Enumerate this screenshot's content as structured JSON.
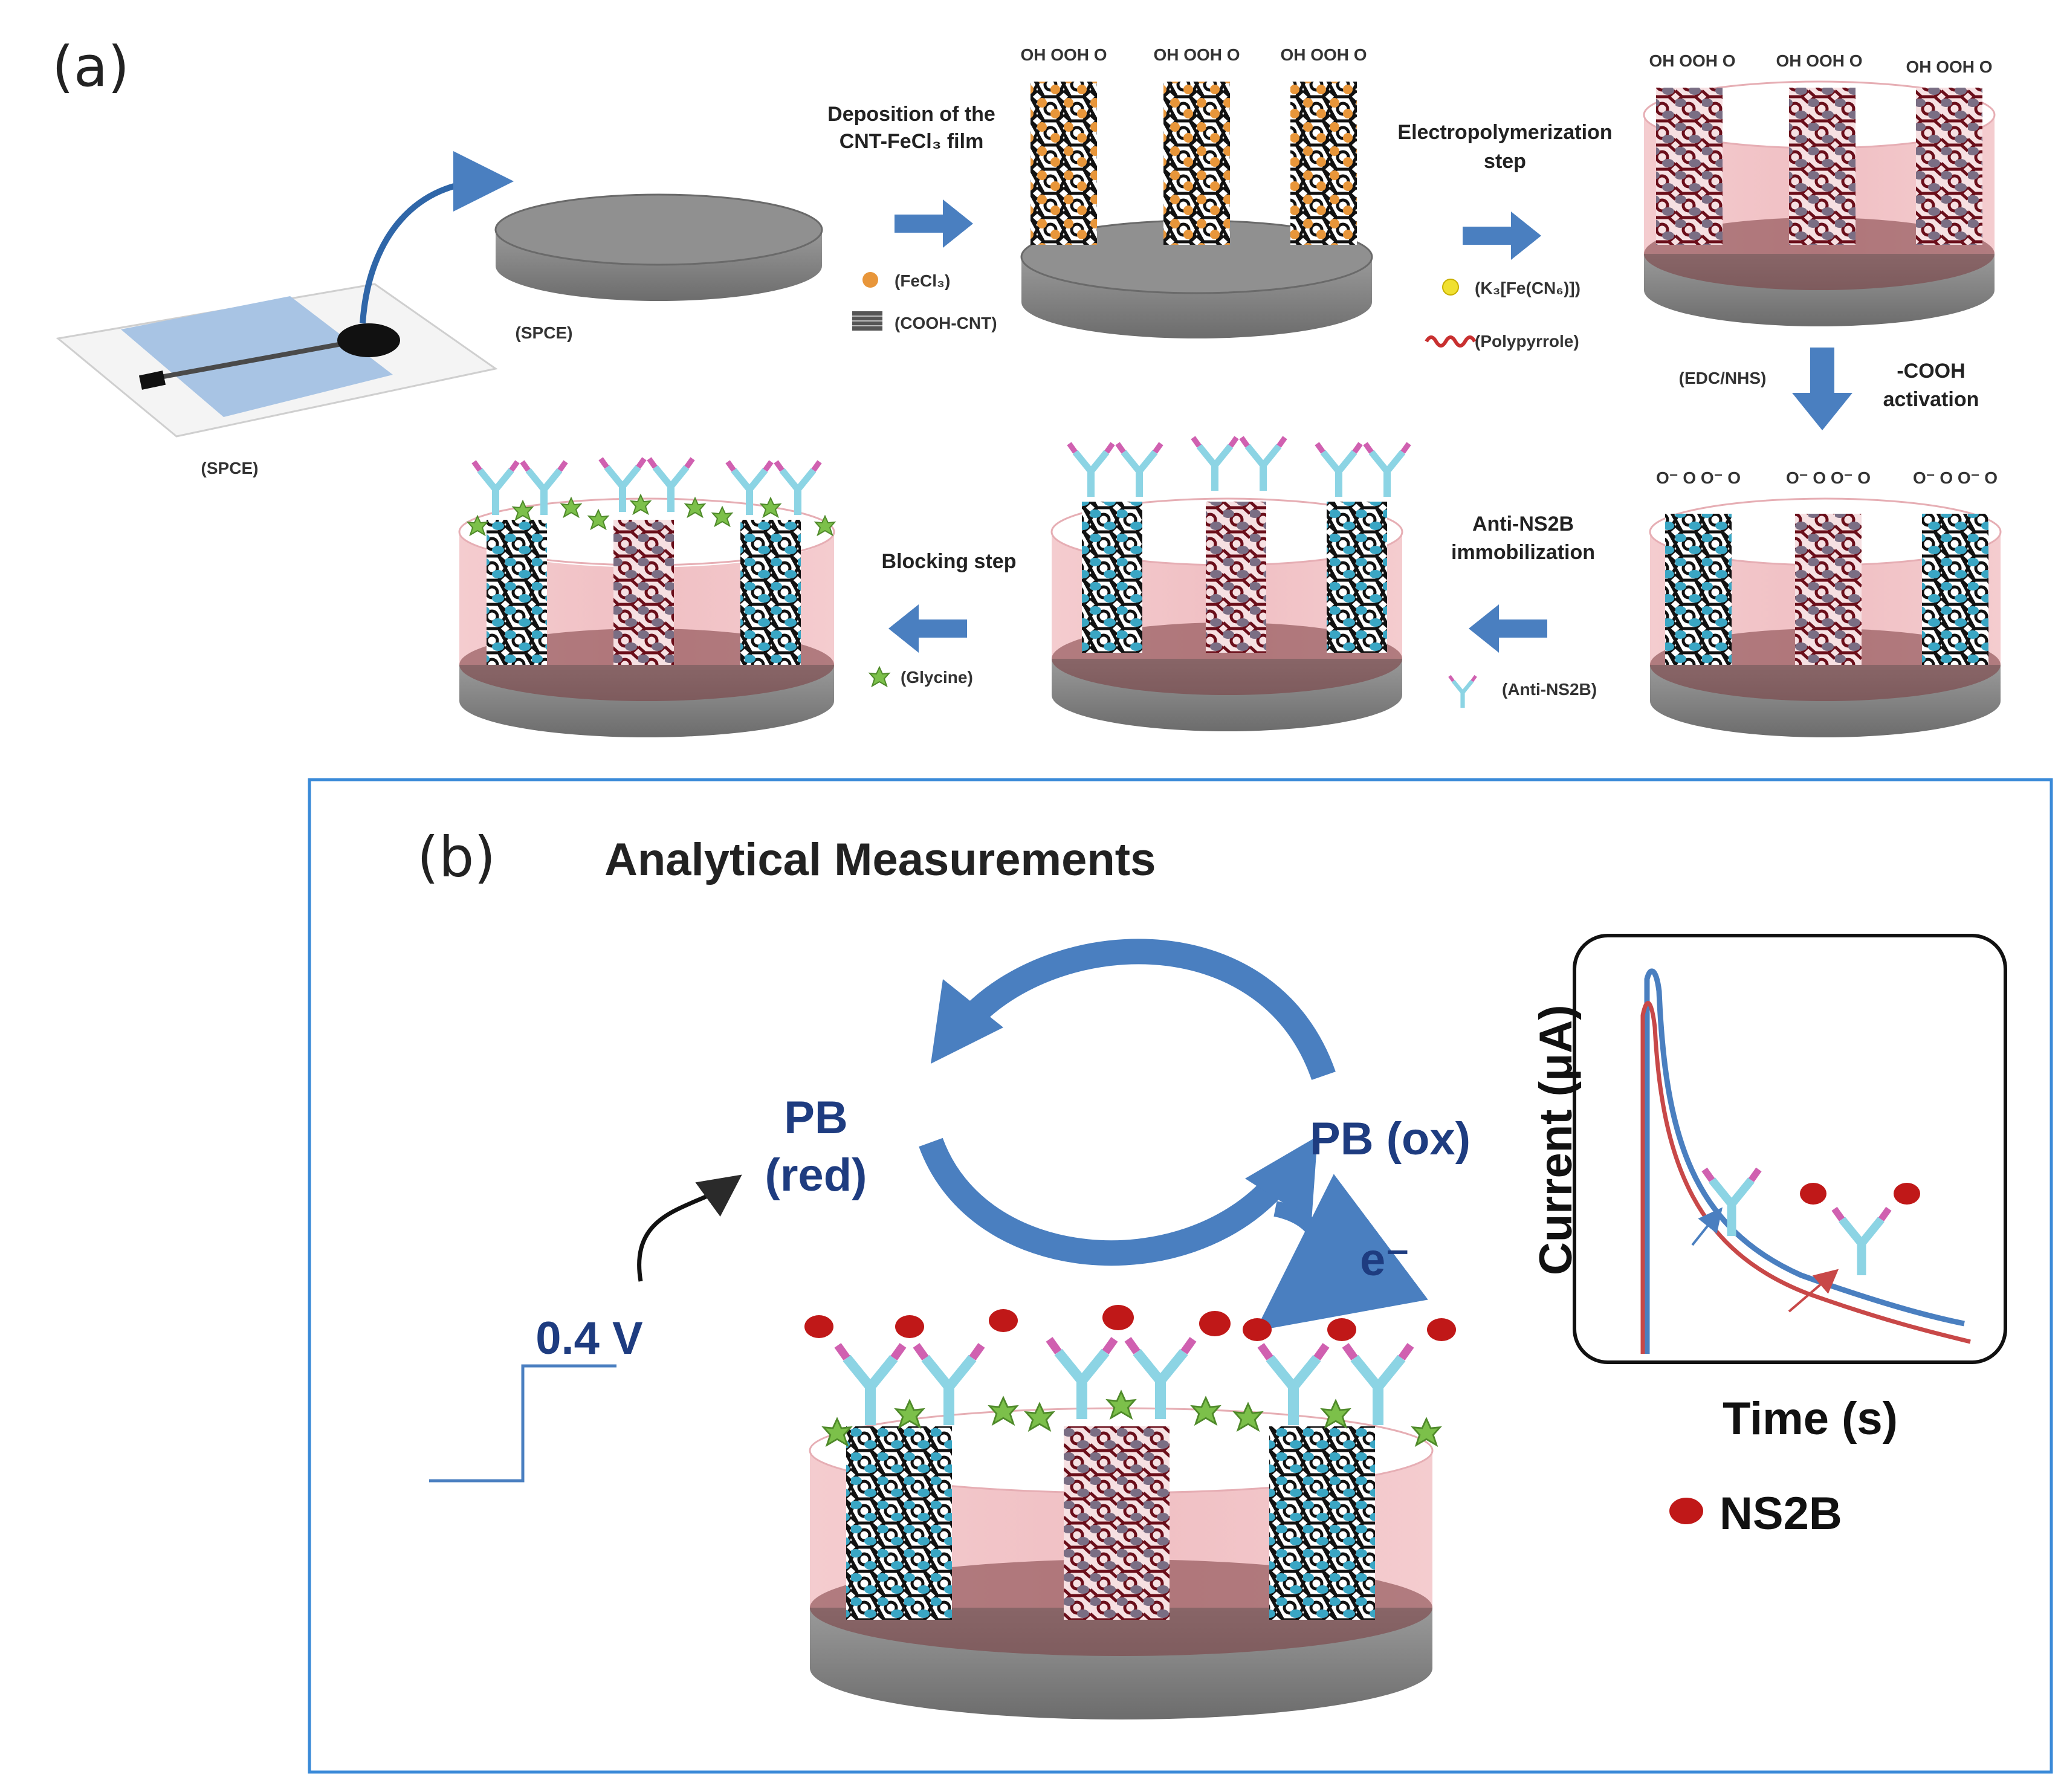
{
  "panel_a": {
    "label": "(a)",
    "spce_card_label": "(SPCE)",
    "spce_disc_label": "(SPCE)",
    "steps": {
      "deposition": [
        "Deposition of the",
        "CNT-FeCl₃ film"
      ],
      "electropolymerization": [
        "Electropolymerization",
        "step"
      ],
      "activation_reagent": "(EDC/NHS)",
      "activation": [
        "-COOH",
        "activation"
      ],
      "immobilization": [
        "Anti-NS2B",
        "immobilization"
      ],
      "blocking": "Blocking step"
    },
    "legend": {
      "fecl3": "(FeCl₃)",
      "cooh_cnt": "(COOH-CNT)",
      "ferricyanide": "(K₃[Fe(CN₆)])",
      "polypyrrole": "(Polypyrrole)",
      "anti_ns2b": "(Anti-NS2B)",
      "glycine": "(Glycine)"
    },
    "chem_top": "OH OOH O",
    "chem_activated": "O⁻ O O⁻ O"
  },
  "panel_b": {
    "label": "(b)",
    "title": "Analytical Measurements",
    "pb_red": [
      "PB",
      "(red)"
    ],
    "pb_ox": "PB (ox)",
    "electron": "e⁻",
    "voltage": "0.4 V",
    "graph_ylabel": "Current (μA)",
    "graph_xlabel": "Time (s)",
    "legend_ns2b": "NS2B"
  },
  "colors": {
    "arrow_blue": "#4a7fc0",
    "electrode_grey": "#8c8c8c",
    "polymer_pink": "#f0c0c4",
    "nanoparticle_orange": "#e8963a",
    "ns2b_red": "#c01818",
    "glycine_green": "#7cc04a",
    "antibody_cyan": "#8cd4e4",
    "antibody_magenta": "#d060b0",
    "label_blue": "#1e3c80",
    "frame_blue": "#3a8ad8"
  }
}
